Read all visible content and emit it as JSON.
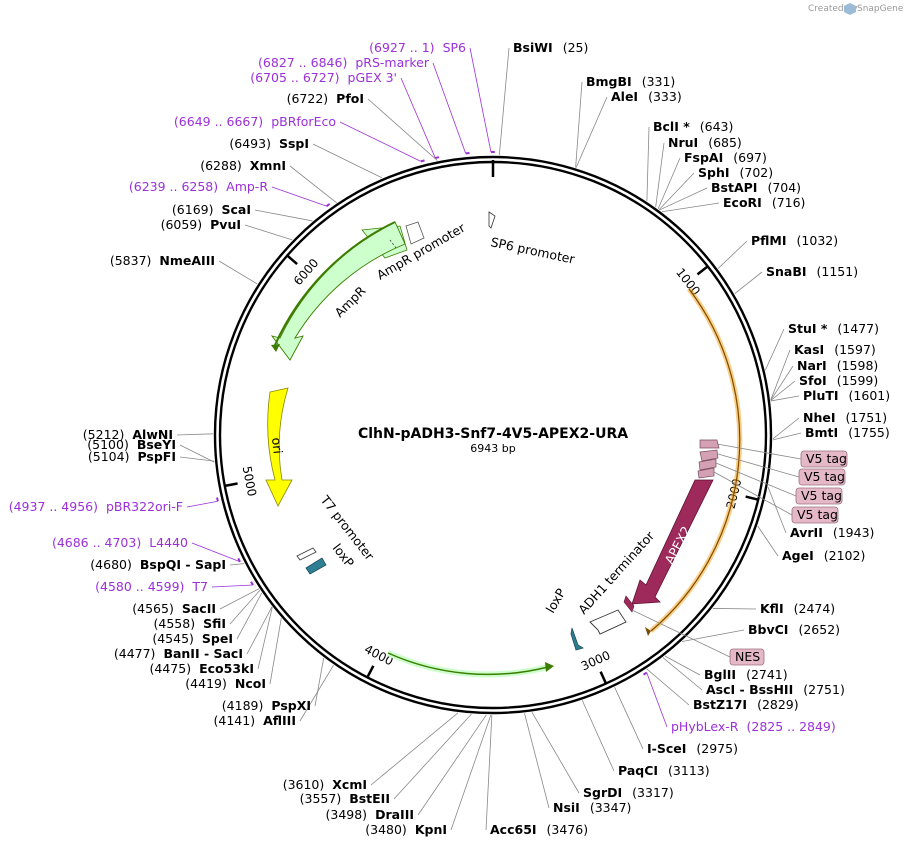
{
  "title": "ClhN-pADH3-Snf7-4V5-APEX2-URA",
  "size": "6943 bp",
  "credit": "Created by",
  "credit_brand": "SnapGene",
  "total_bp": 6943,
  "colors": {
    "primer": "#9b30d9",
    "ampr": "#ccffcc",
    "ampr_edge": "#3c7d00",
    "ori": "#ffff00",
    "apex2": "#9e2a5c",
    "v5": "#d4a0b4",
    "nes_box": "#e5b8c8",
    "loxp": "#2f7f94",
    "orange_arc": "#f5a623"
  },
  "ticks": [
    {
      "bp": 1000,
      "label": "1000"
    },
    {
      "bp": 2000,
      "label": "2000"
    },
    {
      "bp": 3000,
      "label": "3000"
    },
    {
      "bp": 4000,
      "label": "4000"
    },
    {
      "bp": 5000,
      "label": "5000"
    },
    {
      "bp": 6000,
      "label": "6000"
    }
  ],
  "right_labels": [
    {
      "name": "BsiWI",
      "pos": "(25)",
      "bp": 25
    },
    {
      "name": "BmgBI",
      "pos": "(331)",
      "bp": 331
    },
    {
      "name": "AleI",
      "pos": "(333)",
      "bp": 333
    },
    {
      "name": "BclI *",
      "pos": "(643)",
      "bp": 643
    },
    {
      "name": "NruI",
      "pos": "(685)",
      "bp": 685
    },
    {
      "name": "FspAI",
      "pos": "(697)",
      "bp": 697
    },
    {
      "name": "SphI",
      "pos": "(702)",
      "bp": 702
    },
    {
      "name": "BstAPI",
      "pos": "(704)",
      "bp": 704
    },
    {
      "name": "EcoRI",
      "pos": "(716)",
      "bp": 716
    },
    {
      "name": "PflMI",
      "pos": "(1032)",
      "bp": 1032
    },
    {
      "name": "SnaBI",
      "pos": "(1151)",
      "bp": 1151
    },
    {
      "name": "StuI *",
      "pos": "(1477)",
      "bp": 1477
    },
    {
      "name": "KasI",
      "pos": "(1597)",
      "bp": 1597
    },
    {
      "name": "NarI",
      "pos": "(1598)",
      "bp": 1598
    },
    {
      "name": "SfoI",
      "pos": "(1599)",
      "bp": 1599
    },
    {
      "name": "PluTI",
      "pos": "(1601)",
      "bp": 1601
    },
    {
      "name": "NheI",
      "pos": "(1751)",
      "bp": 1751
    },
    {
      "name": "BmtI",
      "pos": "(1755)",
      "bp": 1755
    },
    {
      "name": "AvrII",
      "pos": "(1943)",
      "bp": 1943
    },
    {
      "name": "AgeI",
      "pos": "(2102)",
      "bp": 2102
    },
    {
      "name": "KflI",
      "pos": "(2474)",
      "bp": 2474
    },
    {
      "name": "BbvCI",
      "pos": "(2652)",
      "bp": 2652
    },
    {
      "name": "BglII",
      "pos": "(2741)",
      "bp": 2741
    },
    {
      "name": "AscI  -  BssHII",
      "pos": "(2751)",
      "bp": 2751
    },
    {
      "name": "BstZ17I",
      "pos": "(2829)",
      "bp": 2829
    },
    {
      "name": "I-SceI",
      "pos": "(2975)",
      "bp": 2975
    },
    {
      "name": "PaqCI",
      "pos": "(3113)",
      "bp": 3113
    },
    {
      "name": "SgrDI",
      "pos": "(3317)",
      "bp": 3317
    },
    {
      "name": "NsiI",
      "pos": "(3347)",
      "bp": 3347
    },
    {
      "name": "Acc65I",
      "pos": "(3476)",
      "bp": 3476
    }
  ],
  "left_labels": [
    {
      "name": "KpnI",
      "pos": "(3480)",
      "bp": 3480
    },
    {
      "name": "DraIII",
      "pos": "(3498)",
      "bp": 3498
    },
    {
      "name": "BstEII",
      "pos": "(3557)",
      "bp": 3557
    },
    {
      "name": "XcmI",
      "pos": "(3610)",
      "bp": 3610
    },
    {
      "name": "AflIII",
      "pos": "(4141)",
      "bp": 4141
    },
    {
      "name": "PspXI",
      "pos": "(4189)",
      "bp": 4189
    },
    {
      "name": "NcoI",
      "pos": "(4419)",
      "bp": 4419
    },
    {
      "name": "Eco53kI",
      "pos": "(4475)",
      "bp": 4475
    },
    {
      "name": "BanII  -  SacI",
      "pos": "(4477)",
      "bp": 4477
    },
    {
      "name": "SpeI",
      "pos": "(4545)",
      "bp": 4545
    },
    {
      "name": "SfiI",
      "pos": "(4558)",
      "bp": 4558
    },
    {
      "name": "SacII",
      "pos": "(4565)",
      "bp": 4565
    },
    {
      "name": "BspQI  -  SapI",
      "pos": "(4680)",
      "bp": 4680
    },
    {
      "name": "BseYI",
      "pos": "(5100)",
      "bp": 5100
    },
    {
      "name": "PspFI",
      "pos": "(5104)",
      "bp": 5104
    },
    {
      "name": "AlwNI",
      "pos": "(5212)",
      "bp": 5212
    },
    {
      "name": "NmeAIII",
      "pos": "(5837)",
      "bp": 5837
    },
    {
      "name": "PvuI",
      "pos": "(6059)",
      "bp": 6059
    },
    {
      "name": "ScaI",
      "pos": "(6169)",
      "bp": 6169
    },
    {
      "name": "XmnI",
      "pos": "(6288)",
      "bp": 6288
    },
    {
      "name": "SspI",
      "pos": "(6493)",
      "bp": 6493
    },
    {
      "name": "PfoI",
      "pos": "(6722)",
      "bp": 6722
    }
  ],
  "primers": [
    {
      "name": "SP6",
      "pos": "(6927 .. 1)",
      "bp": 6935,
      "side": "left"
    },
    {
      "name": "pRS-marker",
      "pos": "(6827 .. 6846)",
      "bp": 6836,
      "side": "left"
    },
    {
      "name": "pGEX 3'",
      "pos": "(6705 .. 6727)",
      "bp": 6716,
      "side": "left"
    },
    {
      "name": "pBRforEco",
      "pos": "(6649 .. 6667)",
      "bp": 6658,
      "side": "left"
    },
    {
      "name": "Amp-R",
      "pos": "(6239 .. 6258)",
      "bp": 6248,
      "side": "left"
    },
    {
      "name": "pBR322ori-F",
      "pos": "(4937 .. 4956)",
      "bp": 4946,
      "side": "left"
    },
    {
      "name": "L4440",
      "pos": "(4686 .. 4703)",
      "bp": 4694,
      "side": "left"
    },
    {
      "name": "T7",
      "pos": "(4580 .. 4599)",
      "bp": 4590,
      "side": "left"
    },
    {
      "name": "pHybLex-R",
      "pos": "(2825 .. 2849)",
      "bp": 2837,
      "side": "right"
    }
  ],
  "boxed_features": [
    {
      "name": "V5 tag"
    },
    {
      "name": "V5 tag"
    },
    {
      "name": "V5 tag"
    },
    {
      "name": "V5 tag"
    },
    {
      "name": "NES"
    }
  ],
  "feature_labels": {
    "sp6_promoter": "SP6 promoter",
    "ampr_promoter": "AmpR promoter",
    "ampr": "AmpR",
    "ori": "ori",
    "t7_promoter": "T7 promoter",
    "loxp_left": "loxP",
    "loxp_right": "loxP",
    "adh1_terminator": "ADH1 terminator",
    "apex2": "APEX2"
  }
}
